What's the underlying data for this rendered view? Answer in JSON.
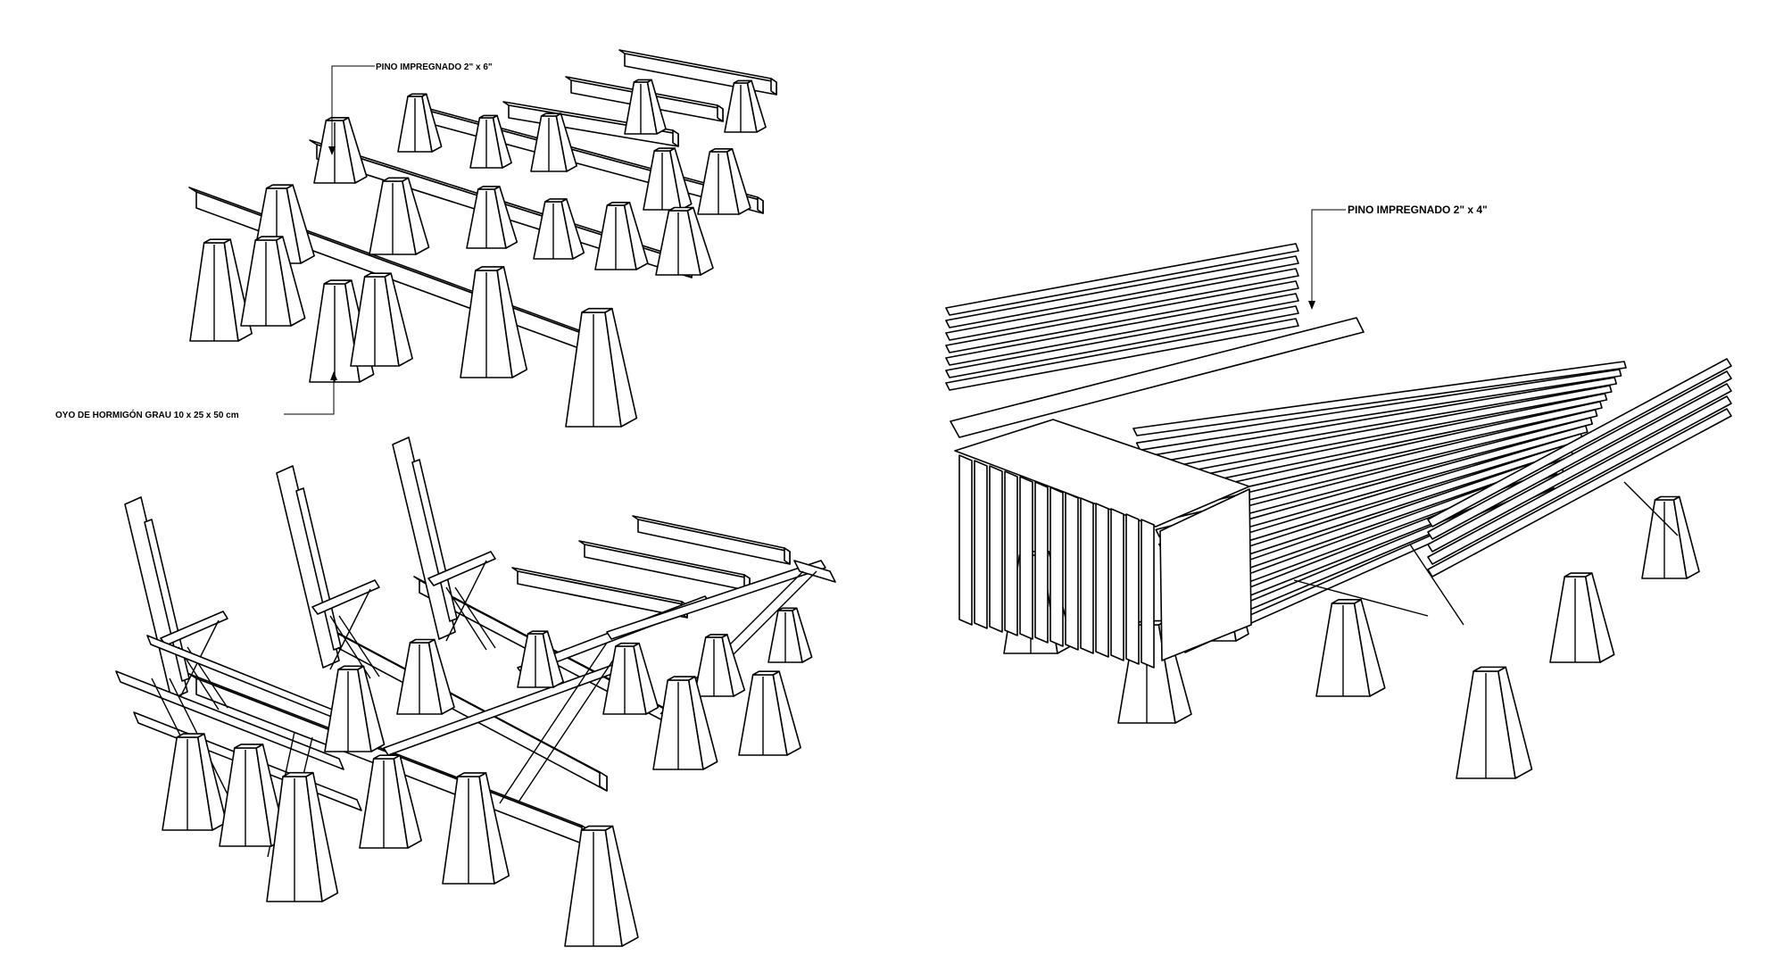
{
  "labels": {
    "top_left_beam": "PINO IMPREGNADO 2\" x 6\"",
    "top_left_base": "OYO DE HORMIGÓN GRAU 10 x 25 x 50 cm",
    "right_slats": "PINO IMPREGNADO 2\" x 4\""
  },
  "colors": {
    "line": "#000000",
    "background": "#ffffff"
  },
  "views": [
    "base-stage-view",
    "frame-stage-view",
    "finished-furniture-view"
  ]
}
